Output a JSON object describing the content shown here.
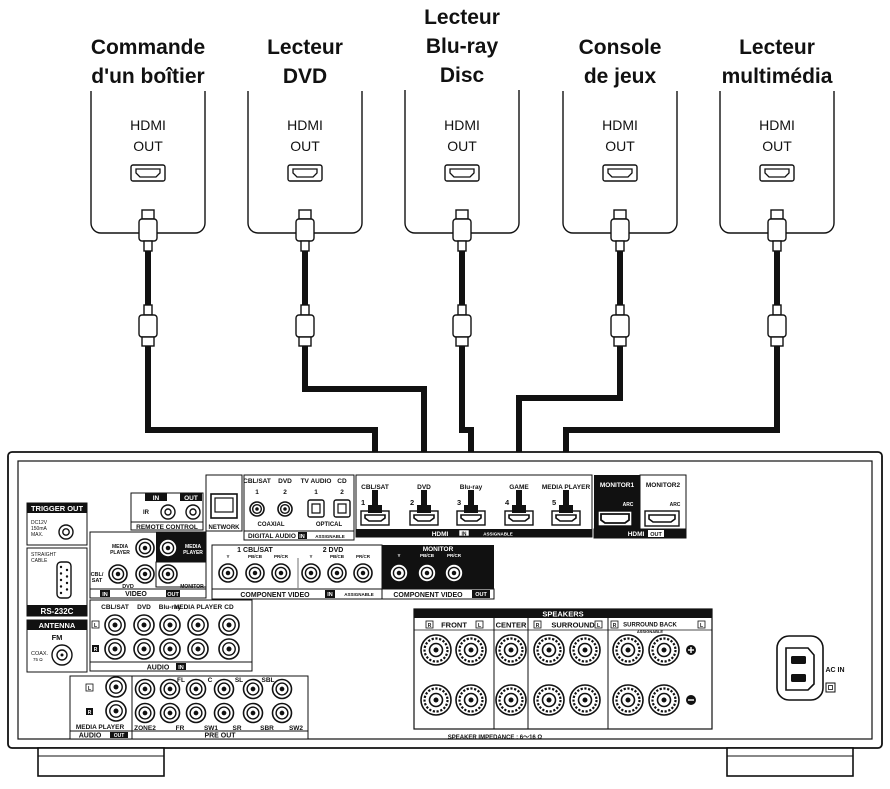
{
  "devices": [
    {
      "title": [
        "Commande",
        "d'un boîtier"
      ],
      "port": [
        "HDMI",
        "OUT"
      ]
    },
    {
      "title": [
        "Lecteur",
        "DVD"
      ],
      "port": [
        "HDMI",
        "OUT"
      ]
    },
    {
      "title": [
        "Lecteur",
        "Blu-ray",
        "Disc"
      ],
      "port": [
        "HDMI",
        "OUT"
      ]
    },
    {
      "title": [
        "Console",
        "de jeux"
      ],
      "port": [
        "HDMI",
        "OUT"
      ]
    },
    {
      "title": [
        "Lecteur",
        "multimédia"
      ],
      "port": [
        "HDMI",
        "OUT"
      ]
    }
  ],
  "receiver": {
    "trigger_out": "TRIGGER OUT",
    "trigger_spec": [
      "DC12V",
      "150mA",
      "MAX."
    ],
    "remote_control": {
      "label": "REMOTE CONTROL",
      "in": "IN",
      "out": "OUT",
      "ir": "IR"
    },
    "network": "NETWORK",
    "digital_audio": {
      "label": "DIGITAL AUDIO",
      "in": "IN",
      "assignable": "ASSIGNABLE",
      "coaxial": "COAXIAL",
      "optical": "OPTICAL",
      "inputs": [
        {
          "name": "CBL/SAT",
          "num": "1"
        },
        {
          "name": "DVD",
          "num": "2"
        },
        {
          "name": "TV AUDIO",
          "num": "1"
        },
        {
          "name": "CD",
          "num": "2"
        }
      ]
    },
    "hdmi_in": {
      "label": "HDMI",
      "in": "IN",
      "assignable": "ASSIGNABLE",
      "inputs": [
        {
          "name": "CBL/SAT",
          "num": "1"
        },
        {
          "name": "DVD",
          "num": "2"
        },
        {
          "name": "Blu-ray",
          "num": "3"
        },
        {
          "name": "GAME",
          "num": "4"
        },
        {
          "name": "MEDIA PLAYER",
          "num": "5"
        }
      ]
    },
    "hdmi_out": {
      "label": "HDMI",
      "out": "OUT",
      "monitor1": "MONITOR1",
      "monitor2": "MONITOR2",
      "arc": "ARC"
    },
    "rs232c": {
      "label": "RS-232C",
      "cable": [
        "STRAIGHT",
        "CABLE"
      ]
    },
    "video": {
      "label": "VIDEO",
      "in": "IN",
      "out": "OUT",
      "media_player": [
        "MEDIA",
        "PLAYER"
      ],
      "cbl_sat": [
        "CBL/",
        "SAT"
      ],
      "dvd": "DVD",
      "monitor": "MONITOR"
    },
    "component_in": {
      "label": "COMPONENT VIDEO",
      "in": "IN",
      "assignable": "ASSIGNABLE",
      "group1": "1 CBL/SAT",
      "group2": "2 DVD",
      "channels": [
        "Y",
        "PB/CB",
        "PR/CR"
      ]
    },
    "component_out": {
      "label": "COMPONENT VIDEO",
      "out": "OUT",
      "monitor": "MONITOR",
      "channels": [
        "Y",
        "PB/CB",
        "PR/CR"
      ]
    },
    "antenna": {
      "label": "ANTENNA",
      "fm": "FM",
      "coax": "COAX.",
      "ohm": "75 Ω"
    },
    "audio_in": {
      "label": "AUDIO",
      "in": "IN",
      "inputs": [
        "CBL/SAT",
        "DVD",
        "Blu-ray",
        "MEDIA PLAYER",
        "CD"
      ],
      "l": "L",
      "r": "R"
    },
    "audio_out": {
      "label": "AUDIO",
      "out": "OUT",
      "media_player": "MEDIA PLAYER",
      "l": "L",
      "r": "R"
    },
    "pre_out": {
      "label": "PRE OUT",
      "top": [
        "FL",
        "C",
        "SL",
        "SBL"
      ],
      "bottom": [
        "ZONE2",
        "FR",
        "SW1",
        "SR",
        "SBR",
        "SW2"
      ]
    },
    "speakers": {
      "label": "SPEAKERS",
      "front": "FRONT",
      "center": "CENTER",
      "surround": "SURROUND",
      "surround_back": "SURROUND BACK",
      "assignable": "ASSIGNABLE",
      "r": "R",
      "l": "L",
      "impedance": "SPEAKER IMPEDANCE : 6～16 Ω"
    },
    "ac_in": "AC IN"
  }
}
